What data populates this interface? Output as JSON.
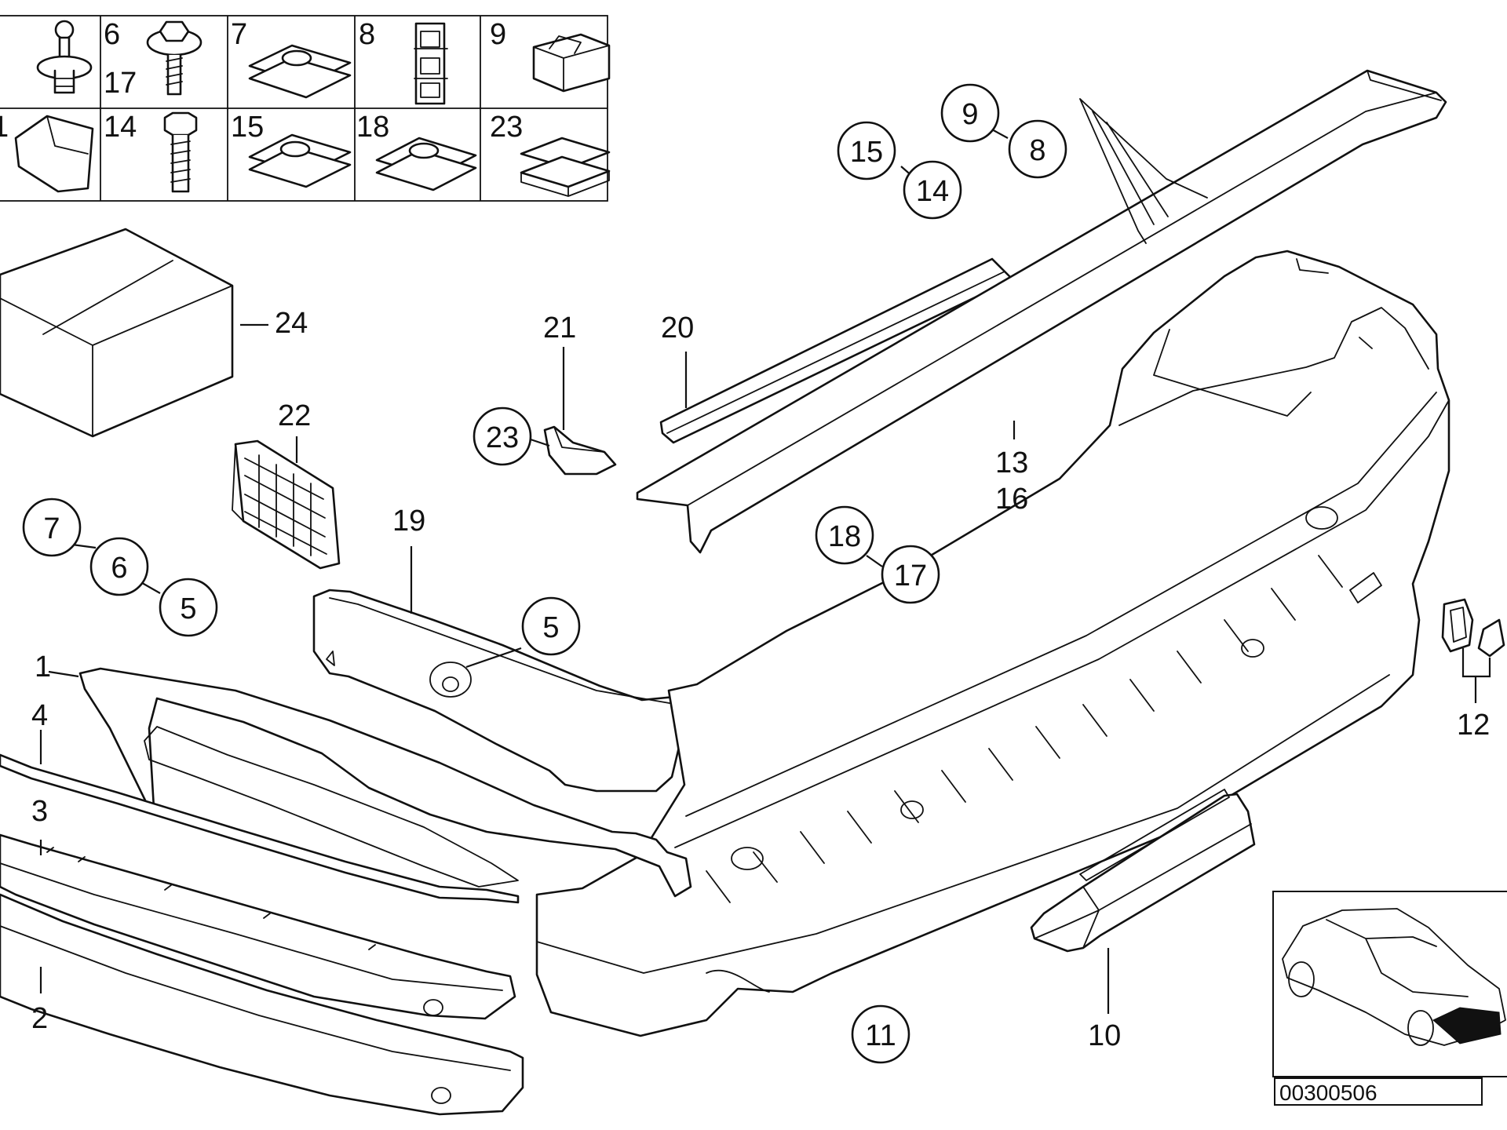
{
  "parts_table": {
    "cells": [
      {
        "labels": [
          "6",
          "17"
        ]
      },
      {
        "labels": [
          "7"
        ]
      },
      {
        "labels": [
          "8"
        ]
      },
      {
        "labels": [
          "9"
        ]
      },
      {
        "labels": [
          "14"
        ]
      },
      {
        "labels": [
          "15"
        ]
      },
      {
        "labels": [
          "18"
        ]
      },
      {
        "labels": [
          "23"
        ]
      }
    ],
    "partial_left_labels": [
      "1"
    ]
  },
  "callouts": {
    "c24": "24",
    "c22": "22",
    "c21": "21",
    "c23": "23",
    "c20": "20",
    "c13": "13",
    "c16": "16",
    "c19": "19",
    "c5a": "5",
    "c7": "7",
    "c6": "6",
    "c5b": "5",
    "c15": "15",
    "c14": "14",
    "c9": "9",
    "c8": "8",
    "c18": "18",
    "c17": "17",
    "c1": "1",
    "c4": "4",
    "c3": "3",
    "c2": "2",
    "c11": "11",
    "c10": "10",
    "c12": "12"
  },
  "diagram_id": "00300506"
}
